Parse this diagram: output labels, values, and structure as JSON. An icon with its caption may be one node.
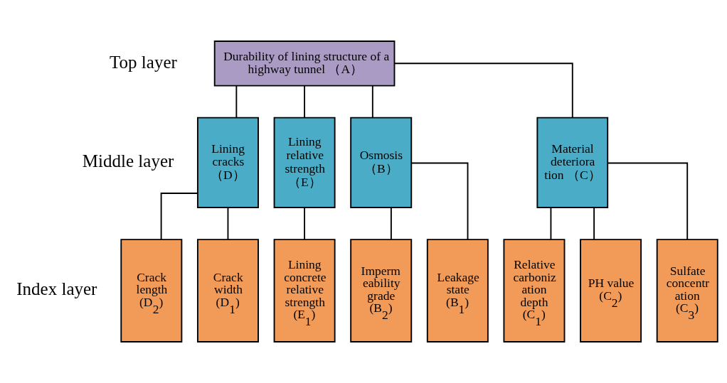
{
  "diagram": {
    "nodes": [
      {
        "text": [
          "Durability of lining structure of a highway tunnel （A）"
        ]
      },
      {
        "text": [
          "Osmosis （B）"
        ]
      },
      {
        "text": [
          "Material deteriora tion （C）"
        ]
      },
      {
        "text": [
          "Lining cracks （D）"
        ]
      },
      {
        "text": [
          "Lining relative strength （E）"
        ]
      },
      {
        "text": [
          "Leakage state (B$_{1}$)"
        ]
      },
      {
        "text": [
          "Imperm eability grade (B$_{2}$)"
        ]
      },
      {
        "text": [
          "Relative carboniz ation depth (C$_{1}$)"
        ]
      },
      {
        "text": [
          "PH value (C$_{2}$)"
        ]
      },
      {
        "text": [
          "Sulfate concentr ation (C$_{3}$)"
        ]
      },
      {
        "text": [
          "Crack width (D$_{1}$)"
        ]
      },
      {
        "text": [
          "Crack length (D$_{2}$)"
        ]
      },
      {
        "text": [
          "Lining concrete relative strength (E$_{1}$)"
        ]
      }
    ],
    "edges": [
      {
        "from": 0,
        "to": 1,
        "arrow": "none"
      },
      {
        "from": 0,
        "to": 2,
        "arrow": "none"
      },
      {
        "from": 0,
        "to": 3,
        "arrow": "none"
      },
      {
        "from": 0,
        "to": 4,
        "arrow": "none"
      },
      {
        "from": 1,
        "to": 5,
        "arrow": "none"
      },
      {
        "from": 1,
        "to": 6,
        "arrow": "none"
      },
      {
        "from": 2,
        "to": 7,
        "arrow": "none"
      },
      {
        "from": 2,
        "to": 8,
        "arrow": "none"
      },
      {
        "from": 2,
        "to": 9,
        "arrow": "none"
      },
      {
        "from": 3,
        "to": 10,
        "arrow": "none"
      },
      {
        "from": 3,
        "to": 11,
        "arrow": "none"
      },
      {
        "from": 4,
        "to": 12,
        "arrow": "none"
      }
    ],
    "labels": [
      "Top layer",
      "Middle layer",
      "Index layer"
    ]
  }
}
